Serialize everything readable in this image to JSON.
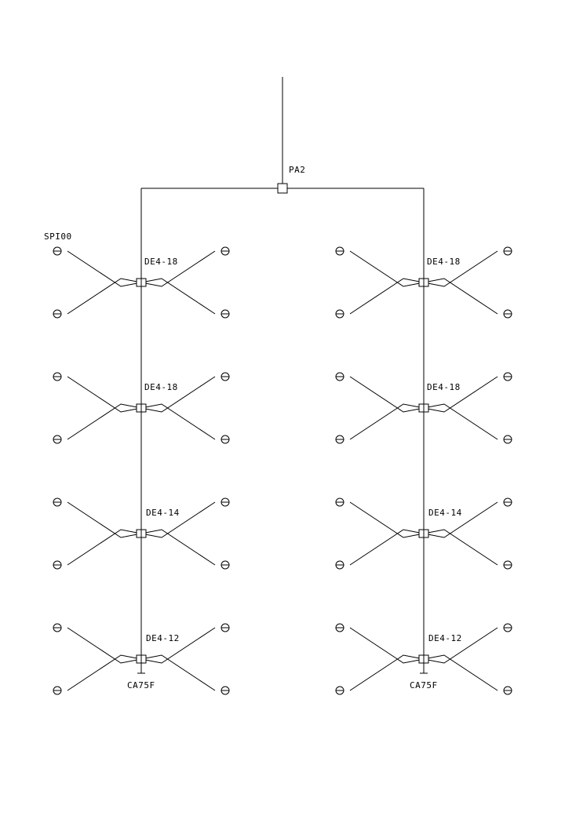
{
  "diagram": {
    "junction_label": "PA2",
    "outlet_label": "SPI00",
    "branches": [
      {
        "side": "left",
        "end_cap_label": "CA75F",
        "tees": [
          {
            "label": "DE4-18"
          },
          {
            "label": "DE4-18"
          },
          {
            "label": "DE4-14"
          },
          {
            "label": "DE4-12"
          }
        ]
      },
      {
        "side": "right",
        "end_cap_label": "CA75F",
        "tees": [
          {
            "label": "DE4-18"
          },
          {
            "label": "DE4-18"
          },
          {
            "label": "DE4-14"
          },
          {
            "label": "DE4-12"
          }
        ]
      }
    ]
  }
}
